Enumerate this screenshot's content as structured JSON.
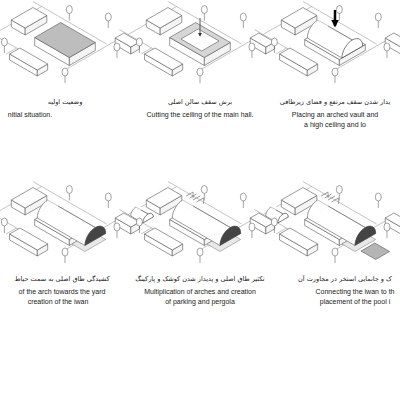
{
  "diagram": {
    "labels": [
      "وضعیت اولیه",
      "nitial situation.",
      "برش سقف سالن اصلی",
      "Cutting the ceiling of the main hall.",
      "یدار شدن سقف مرتفع و فضای زیرطاقی",
      "Placing an arched vault and",
      "a high ceiling and lo",
      "کشیدگی طاق اصلی به سمت حیاط",
      "of the arch towards the yard",
      "creation of the iwan",
      "تکثیر طاق اصلی و پدیدار شدن کوشک و پارکینگ",
      "Multiplication of arches and creation",
      "of parking and pergola",
      "ک و جانمایی استخر در مجاورت آن",
      "Connecting the iwan to th",
      "placement of the pool i"
    ]
  }
}
